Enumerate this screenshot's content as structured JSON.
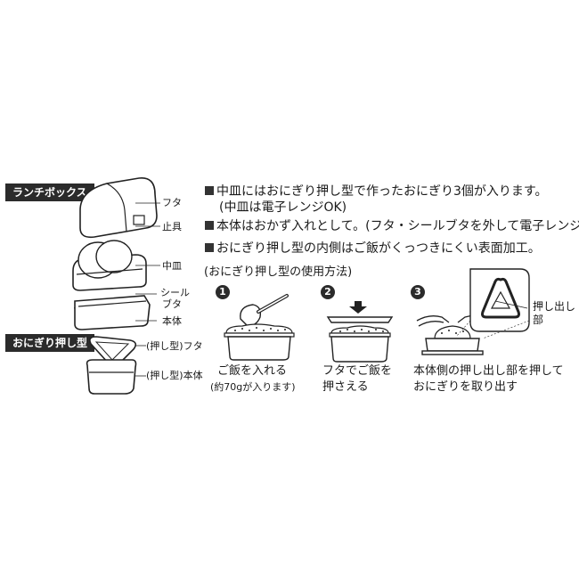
{
  "lunchbox": {
    "tag": "ランチボックス",
    "parts": [
      "フタ",
      "止具",
      "中皿",
      "シール",
      "ブタ",
      "本体"
    ]
  },
  "mold": {
    "tag": "おにぎり押し型",
    "parts": [
      "(押し型)フタ",
      "(押し型)本体"
    ]
  },
  "features": [
    "中皿にはおにぎり押し型で作ったおにぎり3個が入ります。",
    "(中皿は電子レンジOK)",
    "本体はおかず入れとして。(フタ・シールブタを外して電子レンジOK)",
    "おにぎり押し型の内側はご飯がくっつきにくい表面加工。"
  ],
  "usage": {
    "title": "(おにぎり押し型の使用方法)",
    "steps": [
      {
        "num": "1",
        "caption": "ご飯を入れる",
        "note": "(約70gが入ります)"
      },
      {
        "num": "2",
        "caption_lines": [
          "フタでご飯を",
          "押さえる"
        ]
      },
      {
        "num": "3",
        "caption_lines": [
          "本体側の押し出し部を押して",
          "おにぎりを取り出す"
        ],
        "callout_lines": [
          "押し出し",
          "部"
        ]
      }
    ]
  }
}
